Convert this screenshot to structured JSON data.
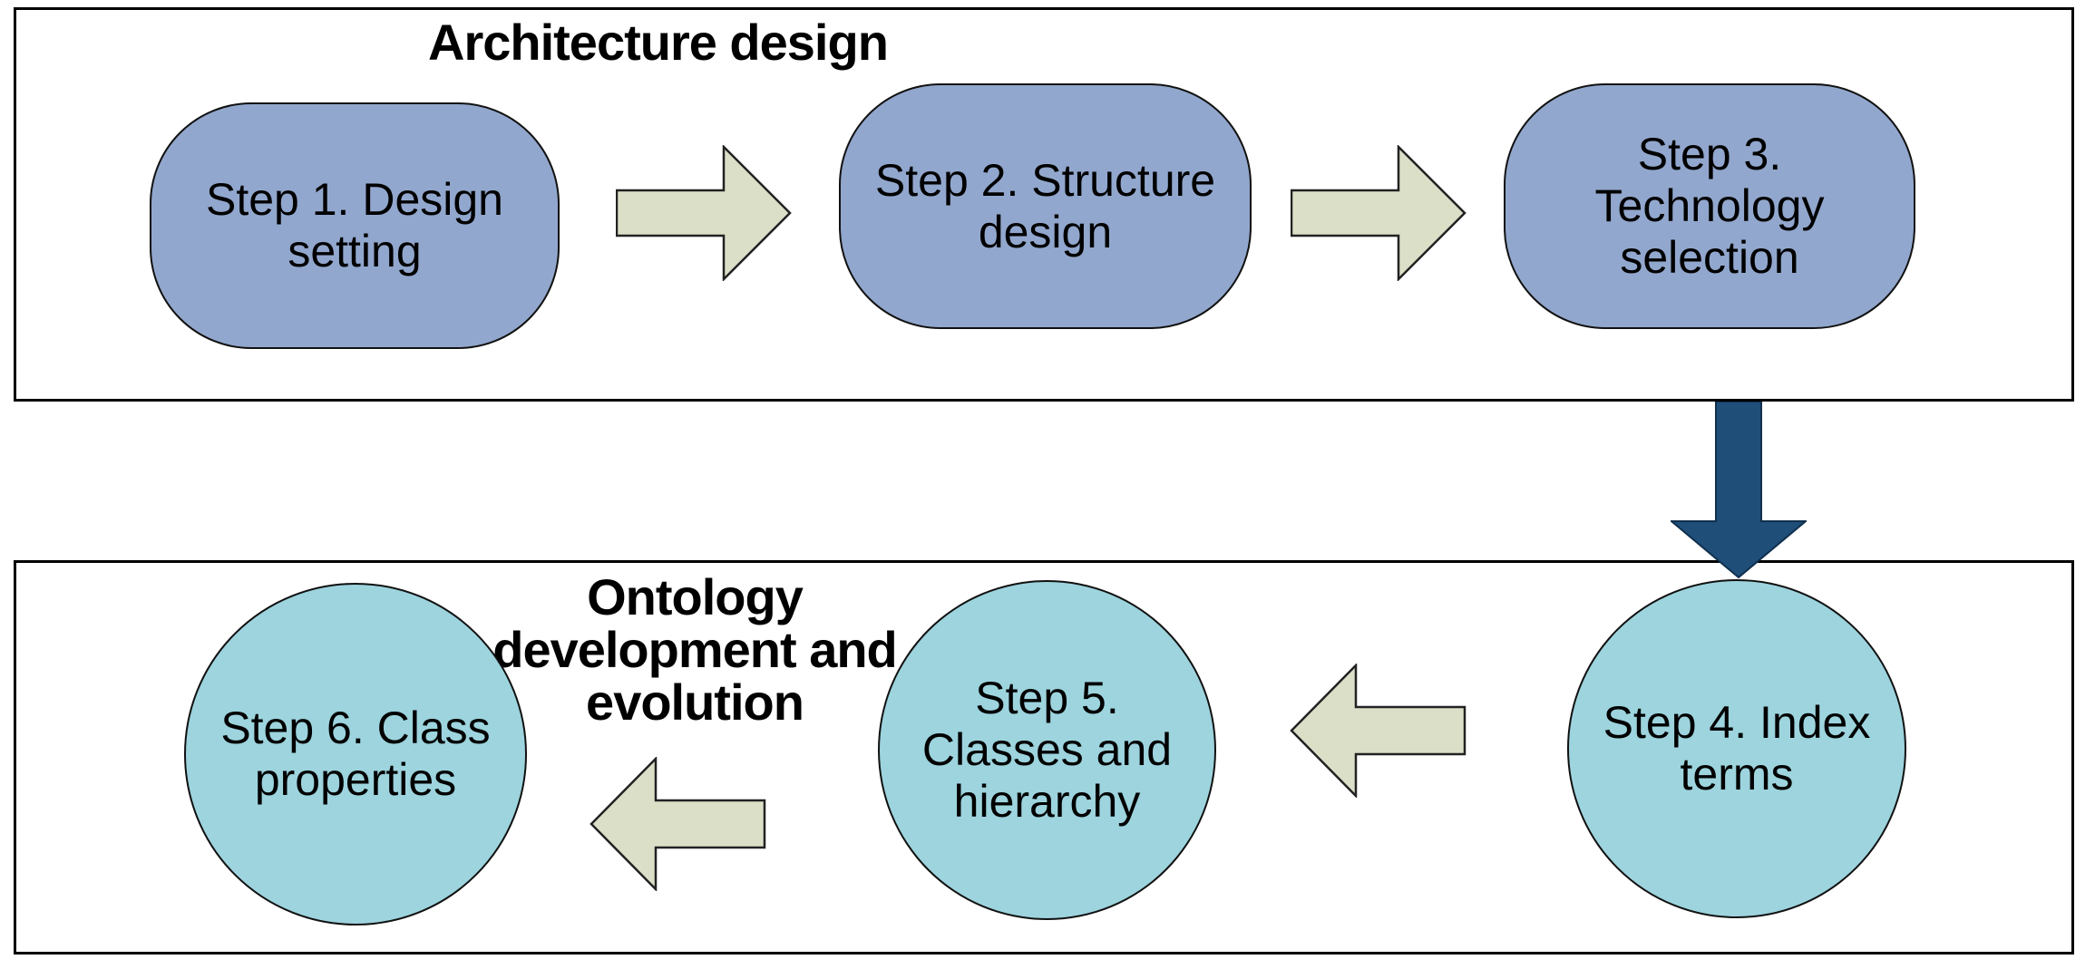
{
  "architecture": {
    "title": "Architecture design",
    "steps": [
      {
        "name": "Step 1. Design setting",
        "lines": [
          "Step 1. Design",
          "setting"
        ]
      },
      {
        "name": "Step 2. Structure design",
        "lines": [
          "Step 2. Structure",
          "design"
        ]
      },
      {
        "name": "Step 3. Technology selection",
        "lines": [
          "Step 3.",
          "Technology",
          "selection"
        ]
      }
    ]
  },
  "ontology": {
    "title": "Ontology development and evolution",
    "title_lines": [
      "Ontology",
      "development and",
      "evolution"
    ],
    "steps": [
      {
        "name": "Step 4. Index terms",
        "lines": [
          "Step 4. Index",
          "terms"
        ]
      },
      {
        "name": "Step 5. Classes and hierarchy",
        "lines": [
          "Step 5.",
          "Classes and",
          "hierarchy"
        ]
      },
      {
        "name": "Step 6. Class properties",
        "lines": [
          "Step 6. Class",
          "properties"
        ]
      }
    ]
  },
  "flow": [
    "Step 1 -> Step 2",
    "Step 2 -> Step 3",
    "Step 3 -> Step 4",
    "Step 4 -> Step 5",
    "Step 5 -> Step 6"
  ],
  "colors": {
    "phase1-node-fill": "#92a7cd",
    "phase2-node-fill": "#9dd4de",
    "flow-arrow-fill": "#dcdfc8",
    "transition-arrow-fill": "#1f4e79",
    "node-border": "#111111",
    "panel-border": "#000000",
    "text": "#000000",
    "background": "#ffffff"
  }
}
